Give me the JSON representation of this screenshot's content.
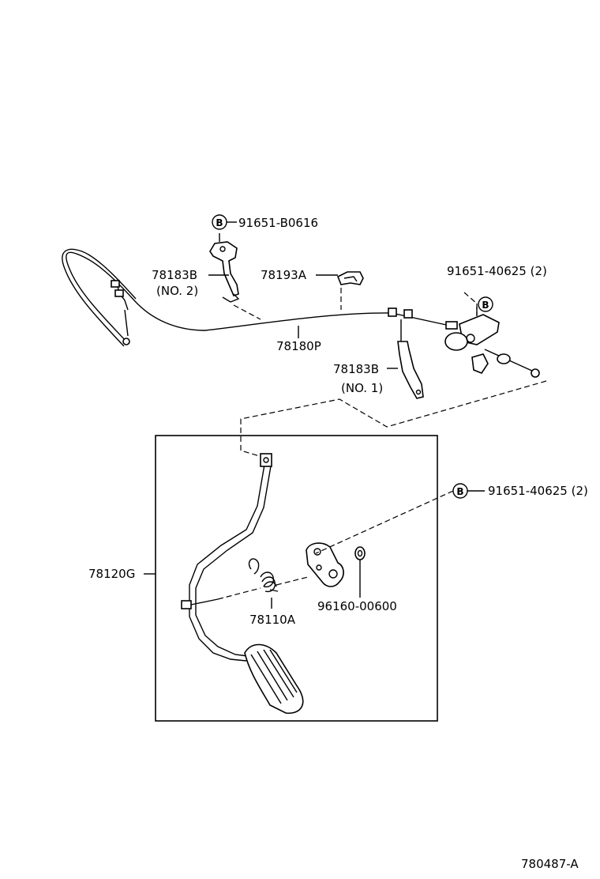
{
  "labels": {
    "bolt_top": "91651-B0616",
    "bracket_no2_code": "78183B",
    "bracket_no2_sub": "(NO. 2)",
    "clamp": "78193A",
    "bolt_right": "91651-40625 (2)",
    "cable": "78180P",
    "bracket_no1_code": "78183B",
    "bracket_no1_sub": "(NO. 1)",
    "bolt_box": "91651-40625 (2)",
    "pedal_assy": "78120G",
    "spring": "78110A",
    "washer": "96160-00600",
    "figure_id": "780487-A"
  },
  "badge_letter": "B",
  "icons": [
    "bolt-b-badge-icon"
  ]
}
